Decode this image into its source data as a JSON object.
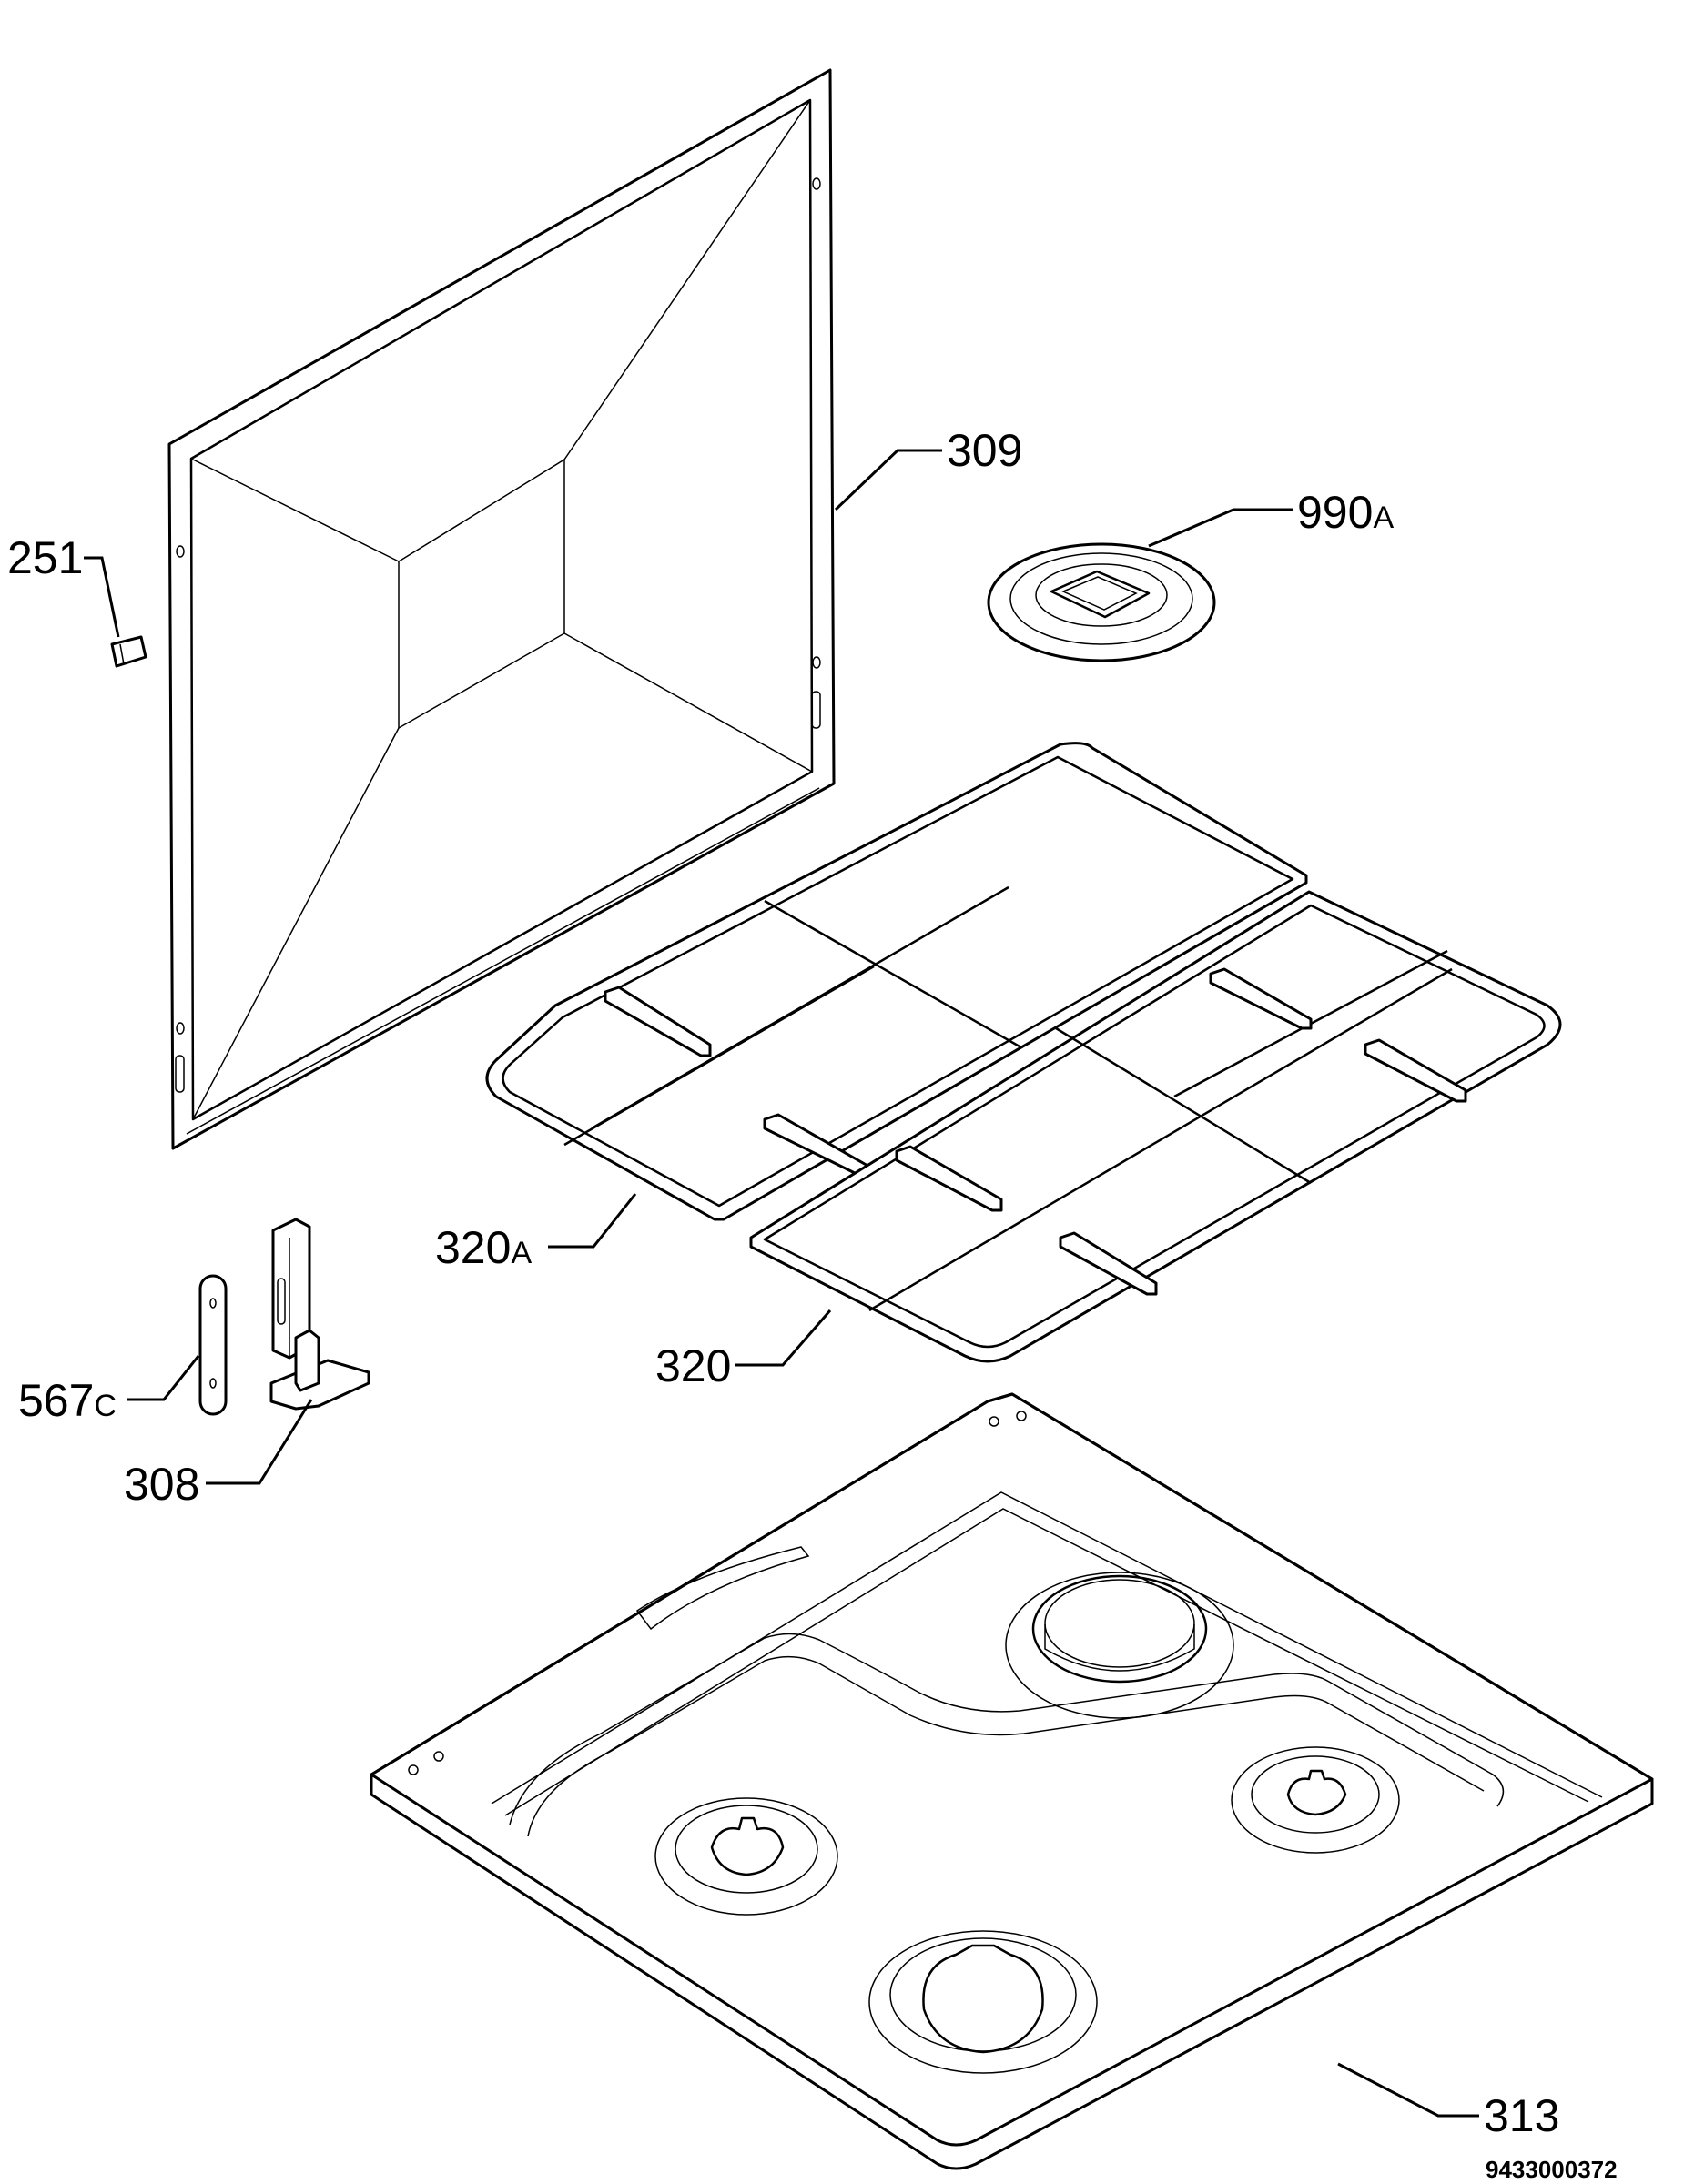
{
  "callouts": {
    "c309": {
      "number": "309",
      "suffix": ""
    },
    "c990a": {
      "number": "990",
      "suffix": "A"
    },
    "c251": {
      "number": "251",
      "suffix": ""
    },
    "c320a": {
      "number": "320",
      "suffix": "A"
    },
    "c320": {
      "number": "320",
      "suffix": ""
    },
    "c567c": {
      "number": "567",
      "suffix": "C"
    },
    "c308": {
      "number": "308",
      "suffix": ""
    },
    "c313": {
      "number": "313",
      "suffix": ""
    }
  },
  "document_number": "9433000372",
  "colors": {
    "line": "#000000",
    "background": "#ffffff"
  }
}
